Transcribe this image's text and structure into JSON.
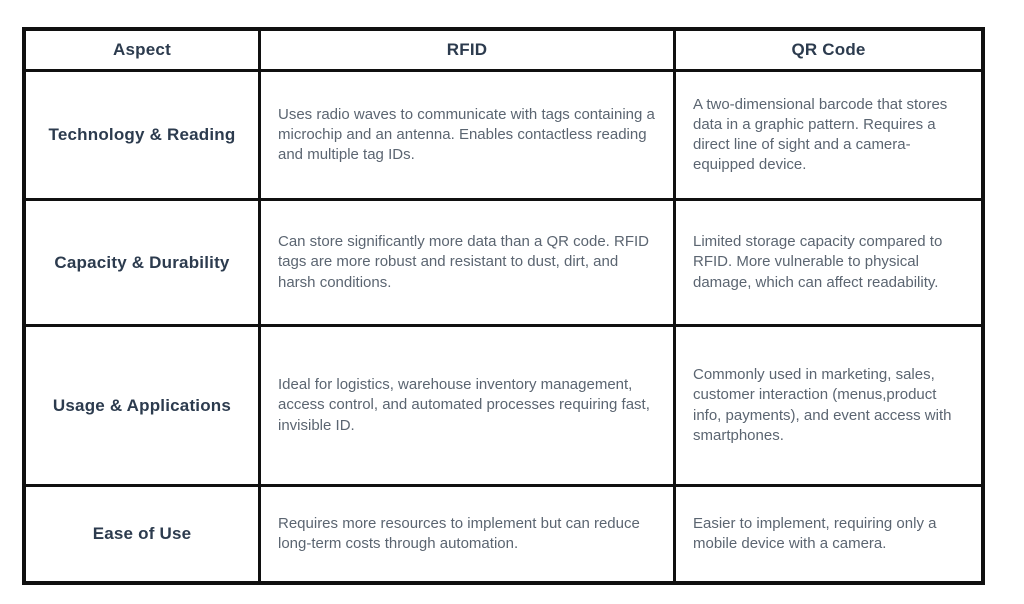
{
  "chart_data": {
    "type": "table",
    "columns": [
      "Aspect",
      "RFID",
      "QR Code"
    ],
    "rows": [
      {
        "aspect": "Technology & Reading",
        "rfid": "Uses radio waves to communicate with tags containing a microchip and an antenna. Enables contactless reading and multiple tag IDs.",
        "qr_code": "A two-dimensional barcode that stores data in a graphic pattern. Requires a direct line of sight and a camera-equipped device."
      },
      {
        "aspect": "Capacity & Durability",
        "rfid": "Can store significantly more data than a QR code. RFID tags are more robust and resistant to dust, dirt, and harsh conditions.",
        "qr_code": "Limited storage capacity compared to RFID. More vulnerable to physical damage, which can affect readability."
      },
      {
        "aspect": "Usage & Applications",
        "rfid": "Ideal for logistics, warehouse inventory management, access control, and automated processes requiring fast, invisible ID.",
        "qr_code": "Commonly used in marketing, sales, customer interaction (menus,product info, payments), and event access with smartphones."
      },
      {
        "aspect": "Ease of Use",
        "rfid": "Requires more resources to implement but can reduce long-term costs through automation.",
        "qr_code": "Easier to implement, requiring only a mobile device with a camera."
      }
    ],
    "layout": {
      "legend": "none",
      "grid": "solid black table borders"
    }
  },
  "colors": {
    "border": "#101010",
    "header_text": "#2c3b4e",
    "body_text": "#5b6571",
    "background": "#ffffff"
  }
}
